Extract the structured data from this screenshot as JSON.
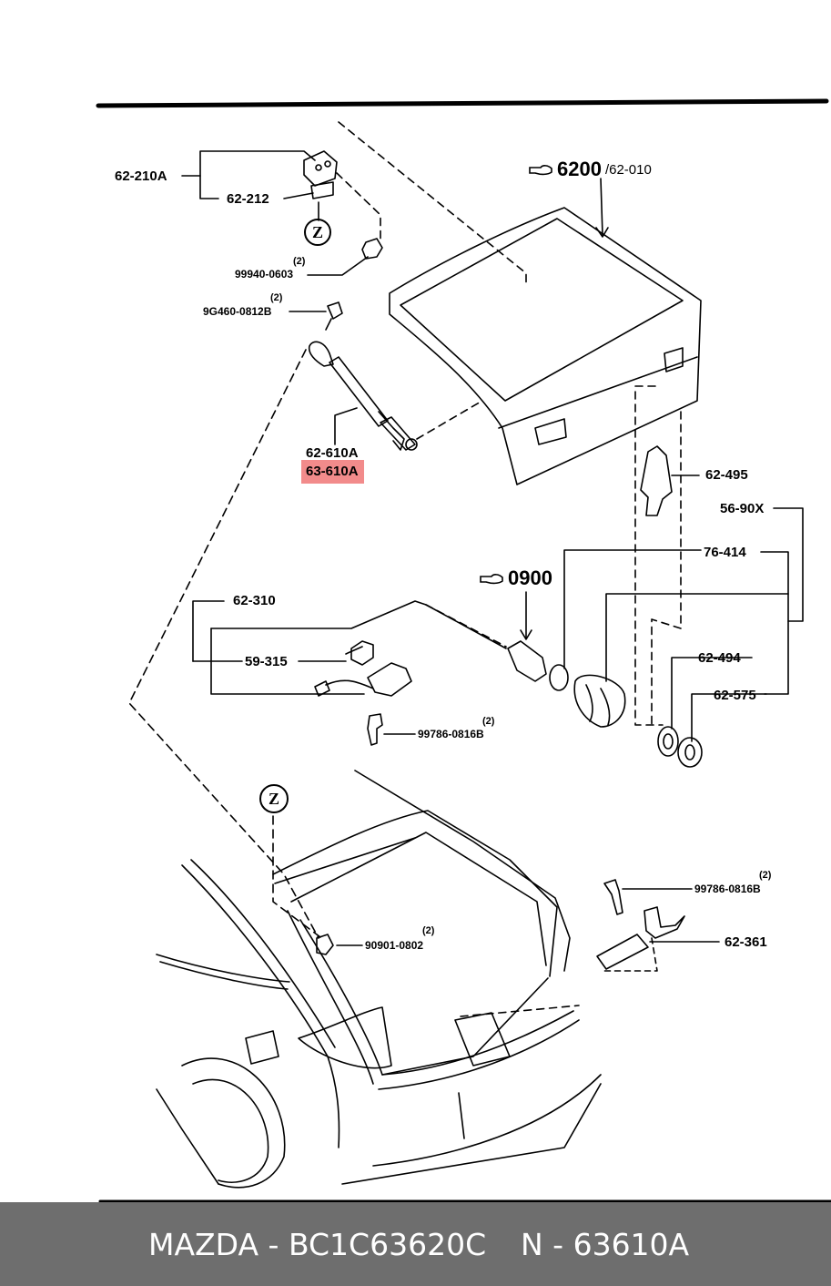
{
  "labels": {
    "p62210A": "62-210A",
    "p62212": "62-212",
    "z_top": "Z",
    "q1": "(2)",
    "p99940": "99940-0603",
    "q2": "(2)",
    "p9G460": "9G460-0812B",
    "p62610A": "62-610A",
    "p63610A": "63-610A",
    "ref6200": "6200",
    "ref6200_note": "/62-010",
    "p62495": "62-495",
    "p5690X": "56-90X",
    "p76414": "76-414",
    "ref0900": "0900",
    "p62310": "62-310",
    "p59315": "59-315",
    "p62494": "62-494",
    "p62575": "62-575",
    "q3": "(2)",
    "p99786a": "99786-0816B",
    "z_bottom": "Z",
    "q4": "(2)",
    "p99786b": "99786-0816B",
    "p62361": "62-361",
    "q5": "(2)",
    "p90901": "90901-0802"
  },
  "highlight_color": "#f28b8b",
  "footer": {
    "left": "MAZDA - BC1C63620C",
    "right": "N - 63610A",
    "bg_color": "#6e6e6e"
  }
}
